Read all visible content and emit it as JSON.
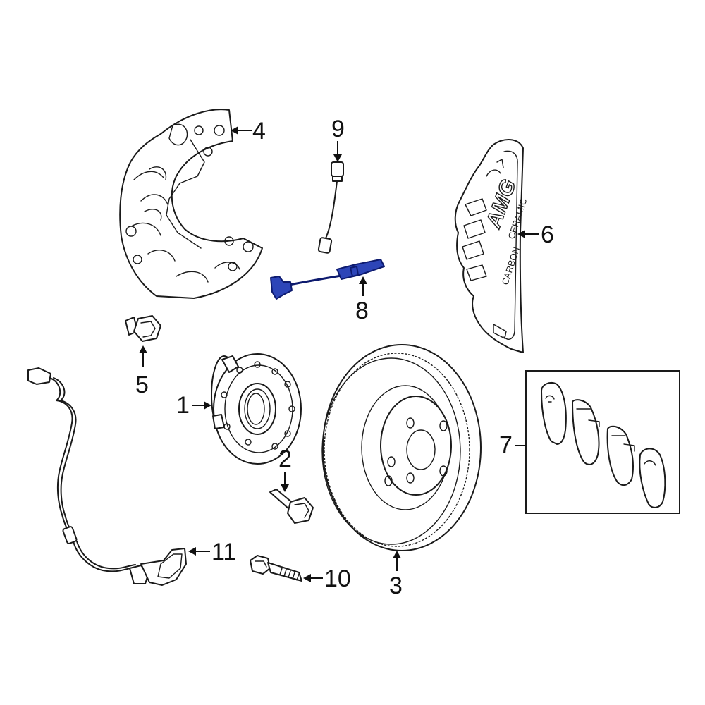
{
  "callouts": {
    "c1": "1",
    "c2": "2",
    "c3": "3",
    "c4": "4",
    "c5": "5",
    "c6": "6",
    "c7": "7",
    "c8": "8",
    "c9": "9",
    "c10": "10",
    "c11": "11"
  },
  "caliper_text": {
    "brand": "AMG",
    "line1": "CARBON",
    "line2": "CERAMIC"
  },
  "colors": {
    "highlight": "#2d45b8",
    "line": "#1a1a1a",
    "background": "#ffffff"
  }
}
